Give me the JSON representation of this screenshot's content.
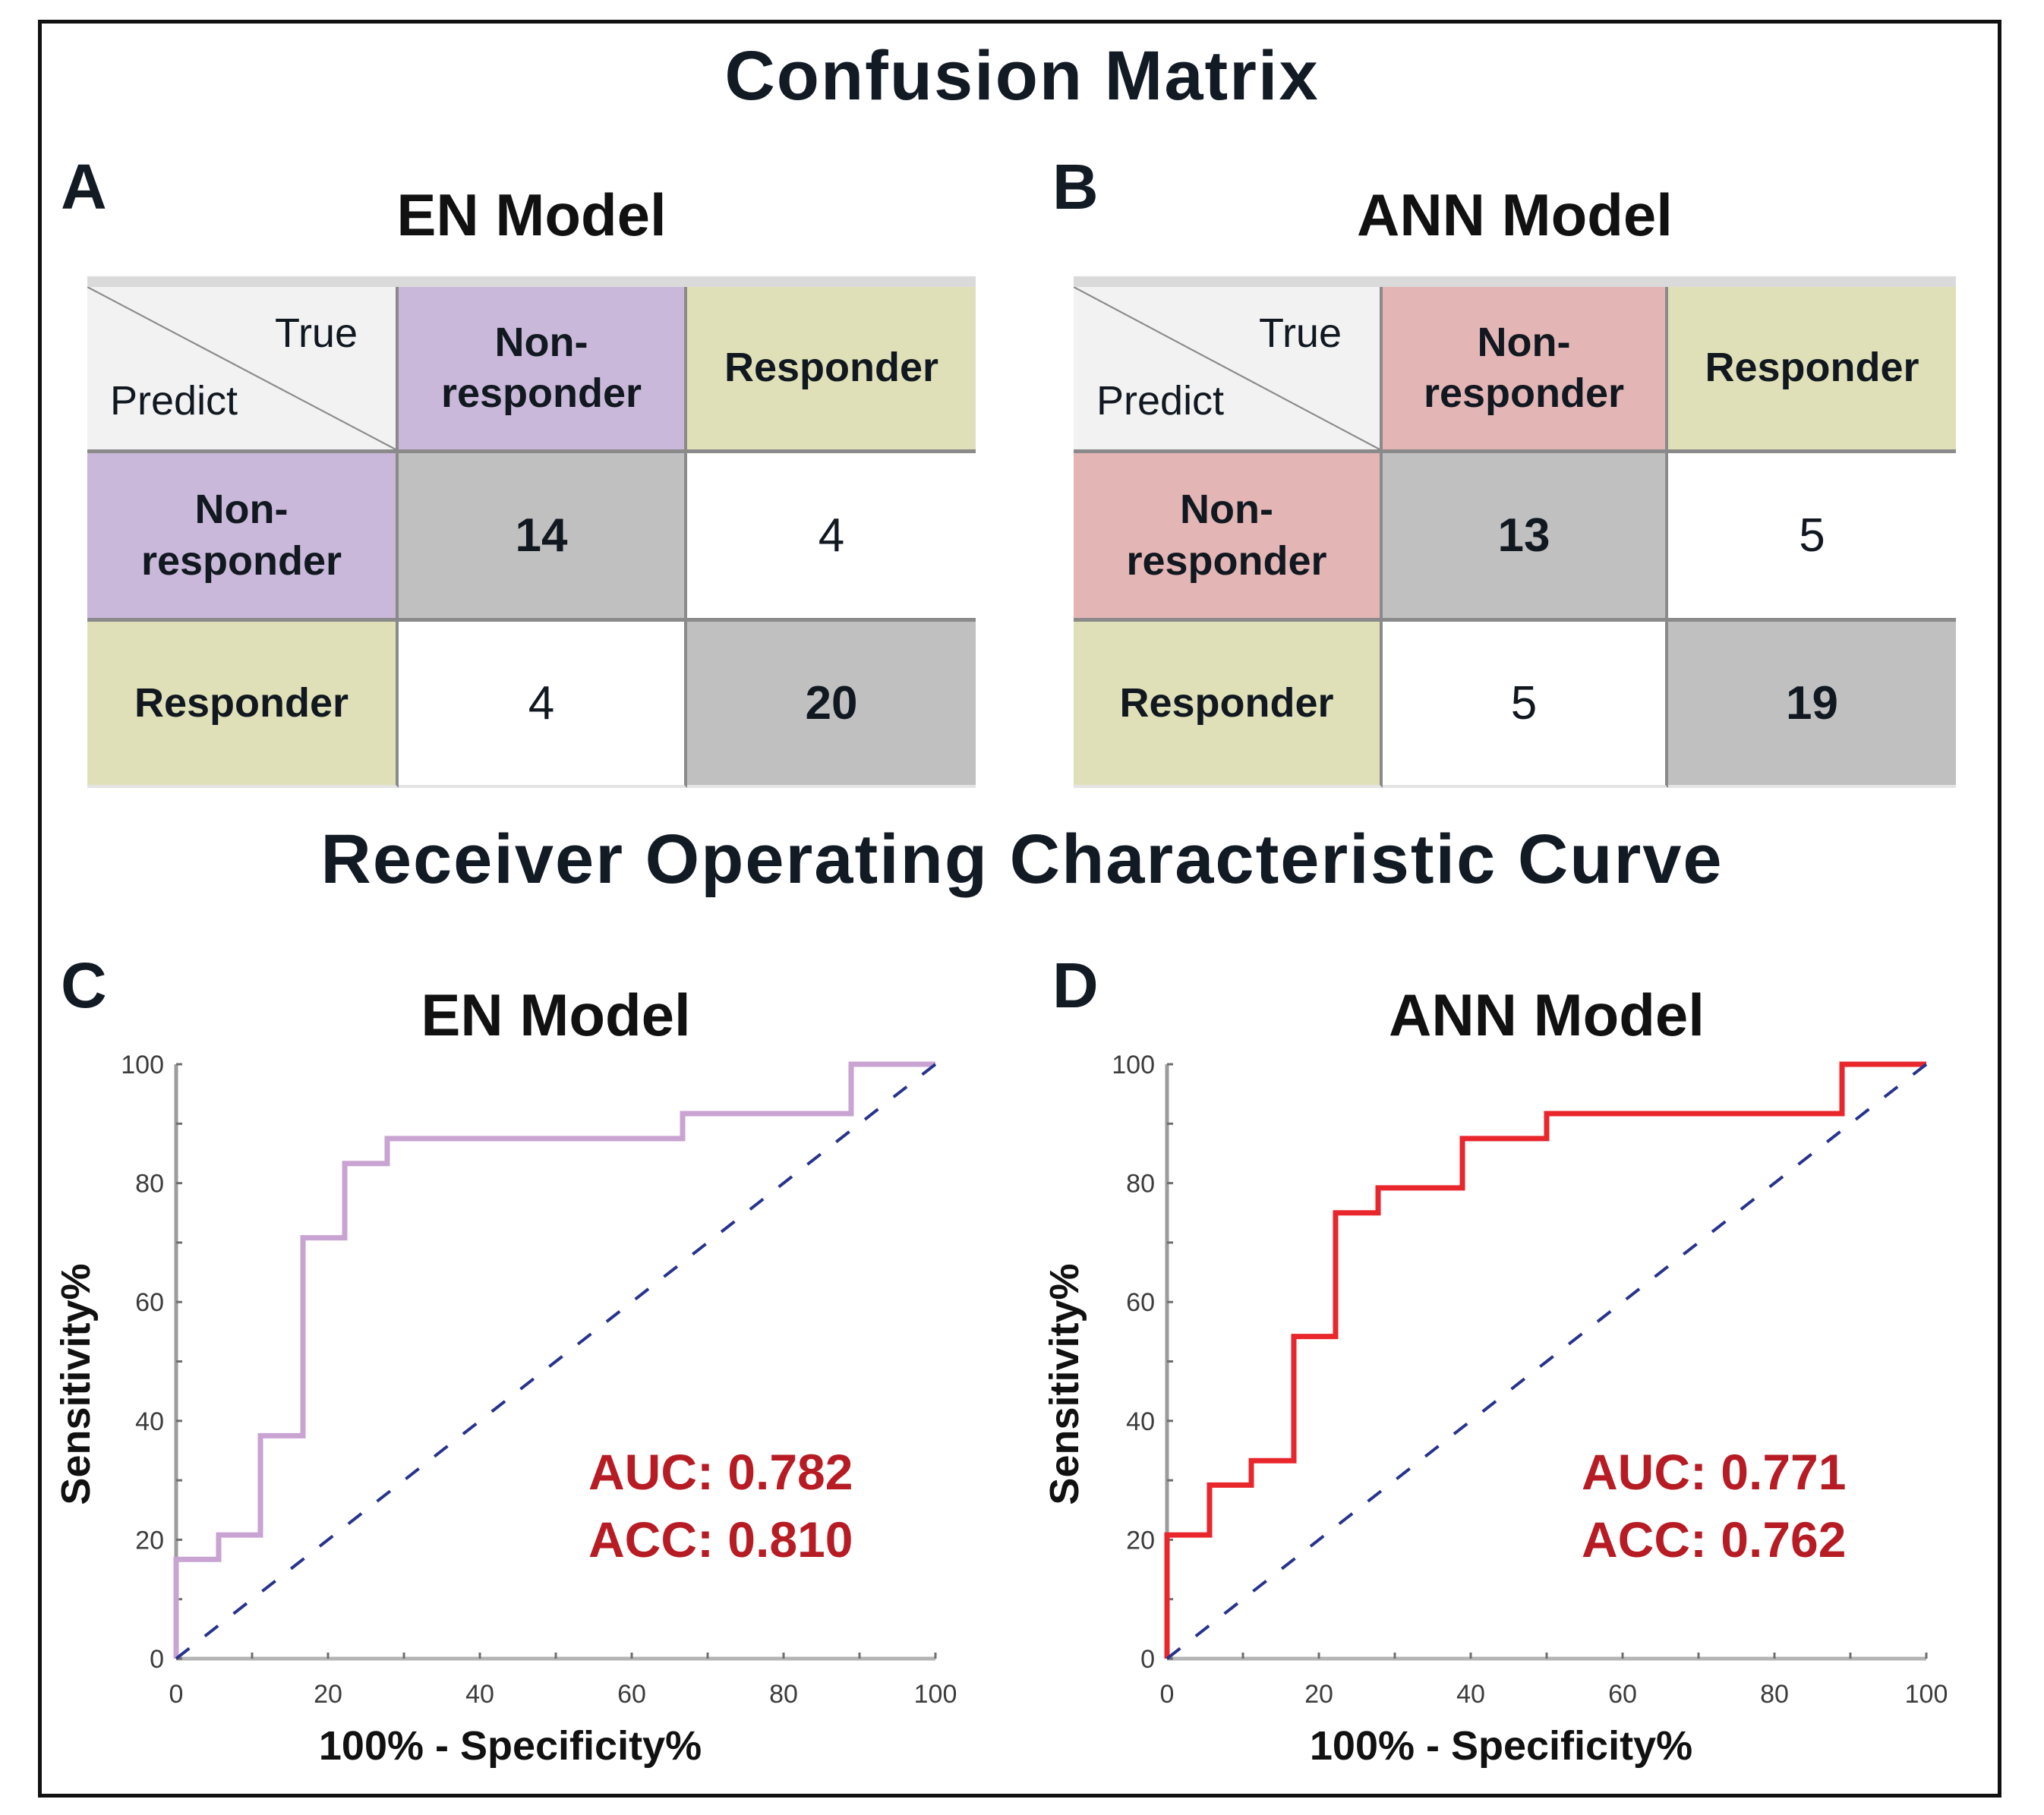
{
  "figure": {
    "section_titles": {
      "confusion": "Confusion Matrix",
      "roc": "Receiver Operating Characteristic Curve"
    },
    "colors": {
      "en_accent": "#c9b8d9",
      "ann_accent": "#e3b5b5",
      "responder_header": "#e0e0b8",
      "diagonal_cell": "#c0c0c0",
      "off_diagonal_cell": "#ffffff",
      "corner_cell": "#f2f2f2",
      "en_curve": "#c9a3d2",
      "ann_curve": "#e8262c",
      "reference_line": "#27338c",
      "metric_text": "#b71c24"
    }
  },
  "confusion_matrices": [
    {
      "panel": "A",
      "title": "EN Model",
      "corner_true": "True",
      "corner_predict": "Predict",
      "col_headers": [
        "Non-\nresponder",
        "Responder"
      ],
      "row_headers": [
        "Non-\nresponder",
        "Responder"
      ],
      "cells": [
        [
          "14",
          "4"
        ],
        [
          "4",
          "20"
        ]
      ]
    },
    {
      "panel": "B",
      "title": "ANN Model",
      "corner_true": "True",
      "corner_predict": "Predict",
      "col_headers": [
        "Non-\nresponder",
        "Responder"
      ],
      "row_headers": [
        "Non-\nresponder",
        "Responder"
      ],
      "cells": [
        [
          "13",
          "5"
        ],
        [
          "5",
          "19"
        ]
      ]
    }
  ],
  "chart_data": [
    {
      "type": "line",
      "panel": "C",
      "title": "EN Model",
      "xlabel": "100% - Specificity%",
      "ylabel": "Sensitivity%",
      "xlim": [
        0,
        100
      ],
      "ylim": [
        0,
        100
      ],
      "xticks": [
        0,
        20,
        40,
        60,
        80,
        100
      ],
      "yticks": [
        0,
        20,
        40,
        60,
        80,
        100
      ],
      "minor_tick_step": 10,
      "grid": false,
      "series": [
        {
          "name": "ROC",
          "style": "step",
          "x": [
            0,
            0,
            5.6,
            5.6,
            11.1,
            11.1,
            16.7,
            16.7,
            22.2,
            22.2,
            27.8,
            27.8,
            66.7,
            66.7,
            88.9,
            88.9,
            100
          ],
          "y": [
            0,
            16.7,
            16.7,
            20.8,
            20.8,
            37.5,
            37.5,
            70.8,
            70.8,
            83.3,
            83.3,
            87.5,
            87.5,
            91.7,
            91.7,
            100,
            100
          ]
        },
        {
          "name": "Reference (chance)",
          "style": "dashed",
          "x": [
            0,
            100
          ],
          "y": [
            0,
            100
          ]
        }
      ],
      "annotations": [
        "AUC: 0.782",
        "ACC: 0.810"
      ]
    },
    {
      "type": "line",
      "panel": "D",
      "title": "ANN Model",
      "xlabel": "100% - Specificity%",
      "ylabel": "Sensitivity%",
      "xlim": [
        0,
        100
      ],
      "ylim": [
        0,
        100
      ],
      "xticks": [
        0,
        20,
        40,
        60,
        80,
        100
      ],
      "yticks": [
        0,
        20,
        40,
        60,
        80,
        100
      ],
      "minor_tick_step": 10,
      "grid": false,
      "series": [
        {
          "name": "ROC",
          "style": "step",
          "x": [
            0,
            0,
            5.6,
            5.6,
            11.1,
            11.1,
            16.7,
            16.7,
            22.2,
            22.2,
            27.8,
            27.8,
            38.9,
            38.9,
            50.0,
            50.0,
            88.9,
            88.9,
            100
          ],
          "y": [
            0,
            20.8,
            20.8,
            29.2,
            29.2,
            33.3,
            33.3,
            54.2,
            54.2,
            75.0,
            75.0,
            79.2,
            79.2,
            87.5,
            87.5,
            91.7,
            91.7,
            100,
            100
          ]
        },
        {
          "name": "Reference (chance)",
          "style": "dashed",
          "x": [
            0,
            100
          ],
          "y": [
            0,
            100
          ]
        }
      ],
      "annotations": [
        "AUC: 0.771",
        "ACC: 0.762"
      ]
    }
  ]
}
